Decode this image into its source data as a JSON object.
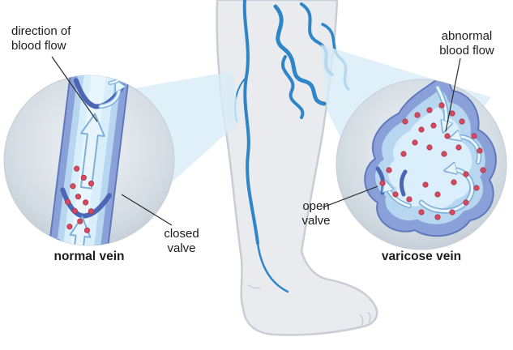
{
  "title": "Normal vein vs varicose vein diagram",
  "labels": {
    "direction": {
      "line1": "direction of",
      "line2": "blood flow"
    },
    "closed_valve": {
      "line1": "closed",
      "line2": "valve"
    },
    "normal_vein": "normal vein",
    "abnormal": {
      "line1": "abnormal",
      "line2": "blood flow"
    },
    "open_valve": {
      "line1": "open",
      "line2": "valve"
    },
    "varicose_vein": "varicose vein"
  },
  "palette": {
    "skin": "#e9ebee",
    "skin_outline": "#c9ced4",
    "surface_vein_blue": "#2e86c8",
    "magnifier_bg": "#d5dde4",
    "cone_blue": "#d8ecf8",
    "vein_wall": "#8aa0d8",
    "vein_wall_edge": "#6079bd",
    "vein_inner": "#b7d6ef",
    "vein_lumen": "#d9eefb",
    "valve_blue": "#4a66b4",
    "arrow_fill": "#e8f4fc",
    "arrow_edge": "#7fb0da",
    "blood_cell": "#d8495f",
    "blood_cell_edge": "#a83648",
    "pointer_line": "#2b2b2b"
  }
}
